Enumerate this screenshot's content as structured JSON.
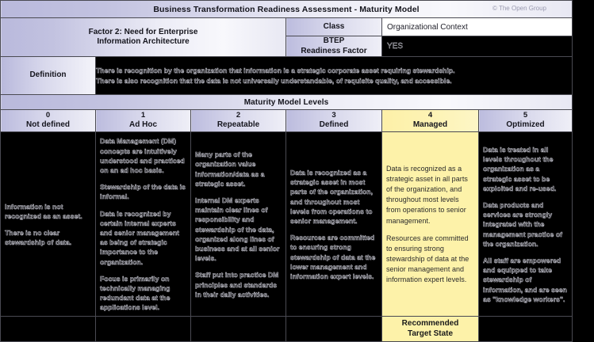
{
  "document": {
    "title": "Business Transformation Readiness Assessment - Maturity Model",
    "copyright": "© The Open Group"
  },
  "factor": {
    "label_line1": "Factor 2: Need for Enterprise",
    "label_line2": "Information Architecture",
    "class_label": "Class",
    "class_value": "Organizational Context",
    "btep_label_line1": "BTEP",
    "btep_label_line2": "Readiness Factor",
    "btep_value": "YES"
  },
  "definition": {
    "label": "Definition",
    "line1": "There is recognition by the organization that information is a strategic corporate asset requiring stewardship.",
    "line2": "There is also recognition that the data is not universally understandable, of requisite quality, and accessible."
  },
  "levels_banner": "Maturity Model Levels",
  "levels": [
    {
      "number": "0",
      "name": "Not defined",
      "highlight": false,
      "paragraphs": [
        "Information is not recognized as an asset.",
        "There is no clear stewardship of data."
      ],
      "footer": ""
    },
    {
      "number": "1",
      "name": "Ad Hoc",
      "highlight": false,
      "paragraphs": [
        "Data Management (DM) concepts are intuitively understood and practiced on an ad hoc basis.",
        "Stewardship of the data is informal.",
        "Data is recognized by certain internal experts and senior management as being of strategic importance to the organization.",
        "Focus is primarily on technically managing redundant data at the applications level."
      ],
      "footer": ""
    },
    {
      "number": "2",
      "name": "Repeatable",
      "highlight": false,
      "paragraphs": [
        "Many parts of the organization value information/data as a strategic asset.",
        "Internal DM experts maintain clear lines of responsibility and stewardship of the data, organized along lines of business and at all senior levels.",
        "Staff put into practice DM principles and standards in their daily activities."
      ],
      "footer": ""
    },
    {
      "number": "3",
      "name": "Defined",
      "highlight": false,
      "paragraphs": [
        "Data is recognized as a strategic asset in most parts of the organization, and throughout most levels from operations to senior management.",
        "Resources are committed to ensuring strong stewardship of data at the lower management and information expert levels."
      ],
      "footer": ""
    },
    {
      "number": "4",
      "name": "Managed",
      "highlight": true,
      "paragraphs": [
        "Data is recognized as a strategic asset in all parts of the organization, and throughout most levels from operations to senior management.",
        "Resources are committed to ensuring strong stewardship of data at the senior management and information expert levels."
      ],
      "footer": "Recommended\nTarget State",
      "footer_line1": "Recommended",
      "footer_line2": "Target State"
    },
    {
      "number": "5",
      "name": "Optimized",
      "highlight": false,
      "paragraphs": [
        "Data is treated in all levels throughout the organization as a strategic asset to be exploited and re-used.",
        "Data products and services are strongly integrated with the management practice of the organization.",
        "All staff are empowered and equipped to take stewardship of information, and are seen as \"knowledge workers\"."
      ],
      "footer": ""
    }
  ],
  "colors": {
    "lavender": "#b9b9dc",
    "highlight_yellow": "#fdf2a9",
    "border": "#4a4a52",
    "black_fill": "#000000"
  }
}
